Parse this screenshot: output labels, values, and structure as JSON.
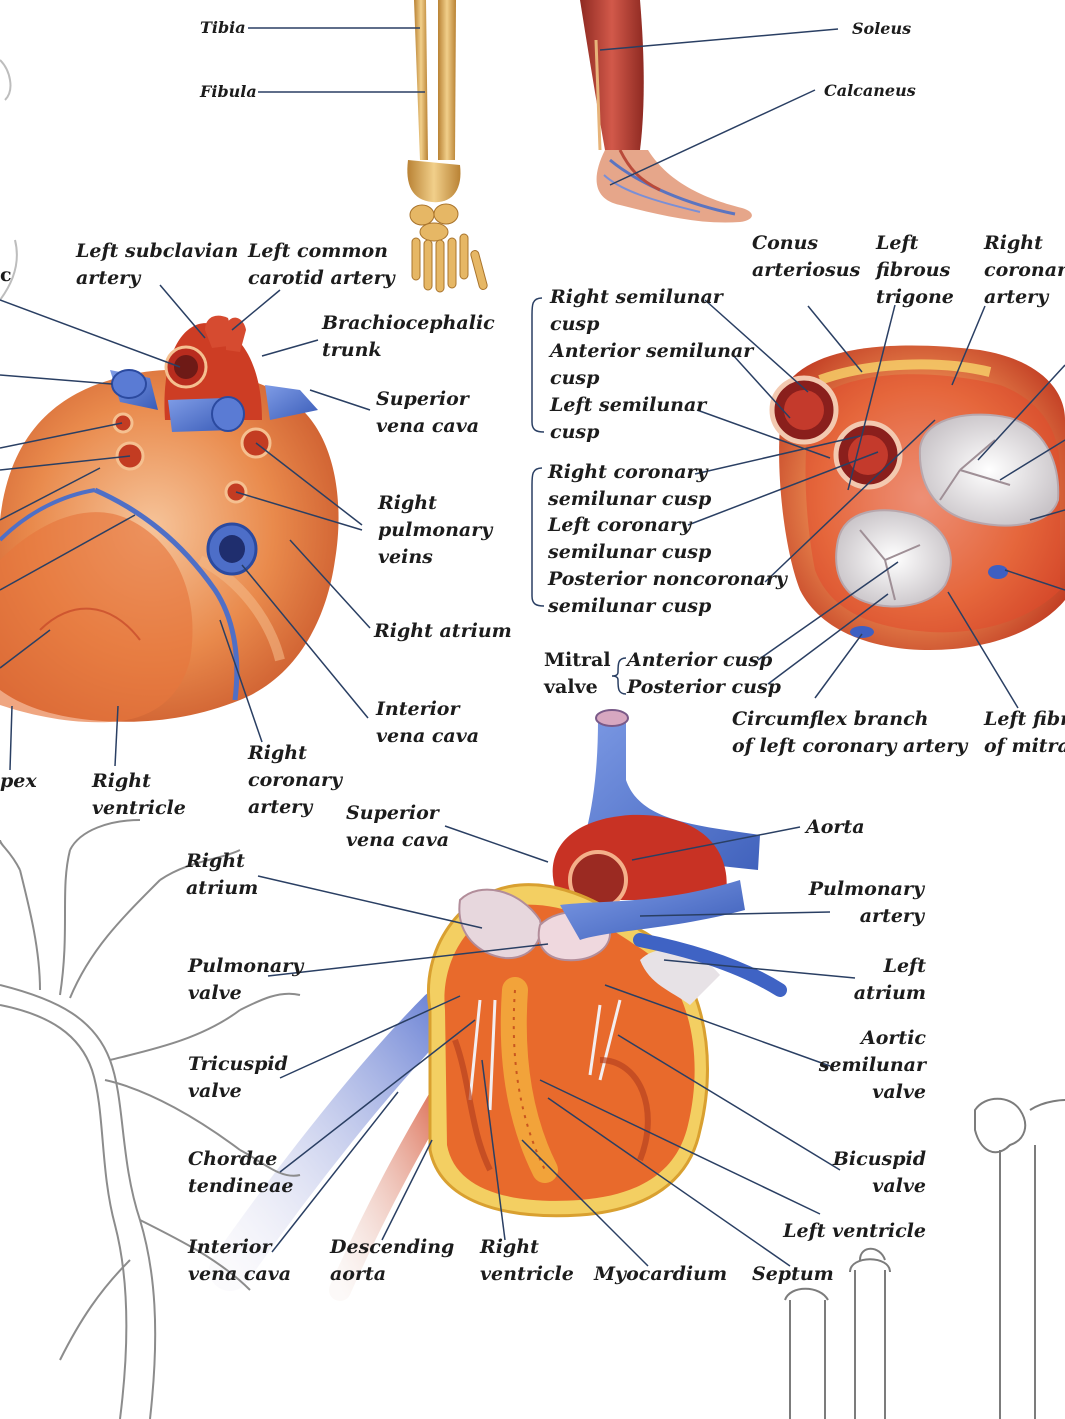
{
  "colors": {
    "leader": "#2a3f63",
    "bone": "#d9a64a",
    "muscle": "#b8372e",
    "vein": "#4a70c8",
    "artery": "#c93a25",
    "heart": "#e8804a",
    "sketch": "#8a8a8a"
  },
  "leg_labels": {
    "tibia": "Tibia",
    "fibula": "Fibula",
    "soleus": "Soleus",
    "calcaneus": "Calcaneus"
  },
  "external_heart": {
    "partial_top": "c",
    "left_subclavian": "Left subclavian\nartery",
    "left_common_carotid": "Left common\ncarotid artery",
    "brachiocephalic": "Brachiocephalic\ntrunk",
    "superior_vena_cava": "Superior\nvena cava",
    "right_pulmonary_veins": "Right\npulmonary\nveins",
    "right_atrium": "Right atrium",
    "interior_vena_cava": "Interior\nvena cava",
    "right_coronary_artery": "Right\ncoronary\nartery",
    "right_ventricle": "Right\nventricle",
    "apex_partial": "pex"
  },
  "valves": {
    "conus_arteriosus": "Conus\narteriosus",
    "left_fibrous_trigone": "Left\nfibrous\ntrigone",
    "right_coronary_artery_partial": "Right\ncoronary\nartery",
    "right_semilunar": "Right semilunar\ncusp",
    "anterior_semilunar": "Anterior semilunar\ncusp",
    "left_semilunar": "Left semilunar\ncusp",
    "right_coronary_semilunar": "Right coronary\nsemilunar cusp",
    "left_coronary_semilunar": "Left coronary\nsemilunar cusp",
    "posterior_noncoronary": "Posterior noncoronary\nsemilunar cusp",
    "mitral_valve": "Mitral\nvalve",
    "anterior_cusp": "Anterior cusp",
    "posterior_cusp": "Posterior cusp",
    "circumflex_branch": "Circumflex branch\nof left coronary artery",
    "left_fibrous_partial": "Left fibro\nof mitral"
  },
  "section_heart": {
    "superior_vena_cava": "Superior\nvena cava",
    "aorta": "Aorta",
    "right_atrium": "Right\natrium",
    "pulmonary_artery": "Pulmonary\nartery",
    "pulmonary_valve": "Pulmonary\nvalve",
    "left_atrium": "Left\natrium",
    "aortic_semilunar_valve": "Aortic\nsemilunar\nvalve",
    "tricuspid_valve": "Tricuspid\nvalve",
    "bicuspid_valve": "Bicuspid\nvalve",
    "chordae_tendineae": "Chordae\ntendineae",
    "left_ventricle": "Left ventricle",
    "interior_vena_cava": "Interior\nvena cava",
    "descending_aorta": "Descending\naorta",
    "right_ventricle": "Right\nventricle",
    "myocardium": "Myocardium",
    "septum": "Septum"
  }
}
